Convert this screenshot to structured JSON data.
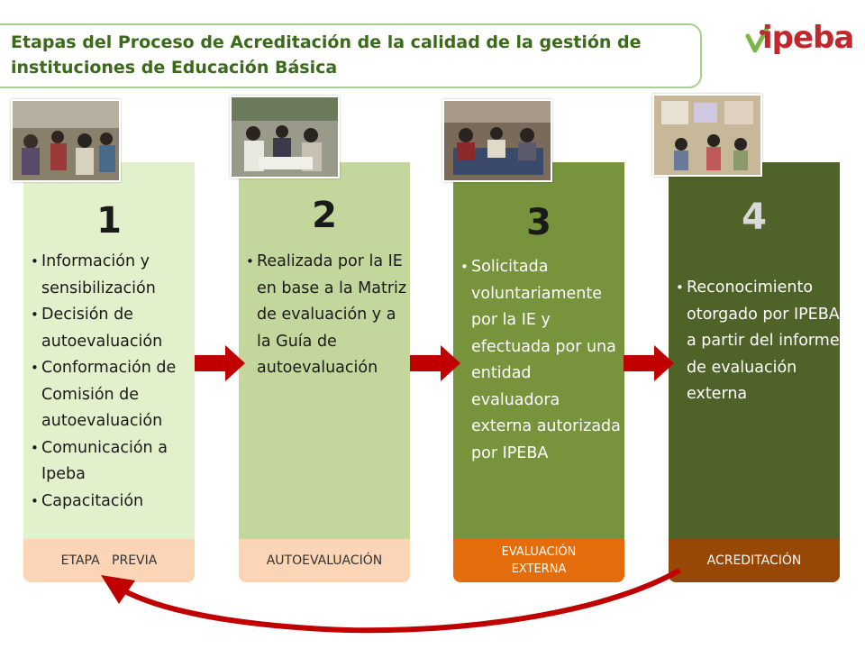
{
  "header": {
    "title": "Etapas del Proceso de Acreditación de la calidad de la gestión de instituciones de Educación Básica",
    "logo_text": "ipeba"
  },
  "colors": {
    "col1": "#e2f0cb",
    "col2": "#c3d69b",
    "col3": "#77933c",
    "col4": "#4f6228",
    "stage1": "#fbd5b5",
    "stage2": "#fbd5b5",
    "stage3": "#e46c0a",
    "stage4": "#974806",
    "arrow": "#c00000",
    "title_text": "#3a6a1a"
  },
  "stages": [
    {
      "number": "1",
      "items": [
        "Información y sensibilización",
        "Decisión de autoevaluación",
        "Conformación de Comisión de autoevaluación",
        "Comunicación a Ipeba",
        "Capacitación"
      ],
      "label": "ETAPA   PREVIA"
    },
    {
      "number": "2",
      "items": [
        "Realizada por la IE en base a la Matriz de evaluación y a la Guía de autoevaluación"
      ],
      "label": "AUTOEVALUACIÓN"
    },
    {
      "number": "3",
      "items": [
        "Solicitada voluntariamente por la IE y efectuada por una entidad evaluadora externa autorizada por IPEBA"
      ],
      "label": "EVALUACIÓN EXTERNA"
    },
    {
      "number": "4",
      "items": [
        "Reconocimiento otorgado por IPEBA  a partir del informe de evaluación externa"
      ],
      "label": "ACREDITACIÓN"
    }
  ]
}
